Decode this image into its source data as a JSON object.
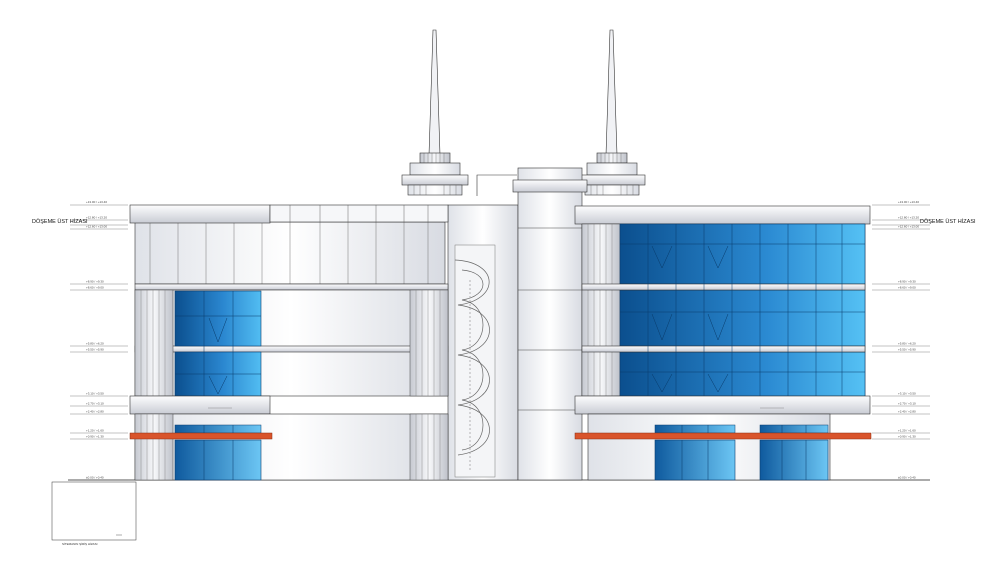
{
  "labels": {
    "slab_top_left": "DÖŞEME ÜST HİZASI",
    "slab_top_right": "DÖŞEME ÜST HİZASI",
    "footing": "SİTEMANIN ŞİRİŞ HİZASI"
  },
  "levels_left": [
    "+13.00 / +13.40",
    "+12.80 / +13.20",
    "+12.60 / +13.00",
    "+8.90 / +9.30",
    "+8.60 / +9.00",
    "+5.80 / +6.20",
    "+5.50 / +5.90",
    "+3.10 / +3.50",
    "+2.70 / +3.10",
    "+2.40 / +2.80",
    "+1.20 / +1.60",
    "+0.90 / +1.30",
    "±0.00 / +0.40"
  ],
  "levels_right": [
    "+13.00 / +13.40",
    "+12.80 / +13.20",
    "+12.60 / +13.00",
    "+8.90 / +9.30",
    "+8.60 / +9.00",
    "+5.80 / +6.20",
    "+5.50 / +5.90",
    "+3.10 / +3.50",
    "+2.70 / +3.10",
    "+2.40 / +2.80",
    "+1.20 / +1.60",
    "+0.90 / +1.30",
    "±0.00 / +0.40"
  ],
  "colors": {
    "glass_dark": "#0b4f8e",
    "glass_light": "#4cb8f0",
    "canopy": "#d9542b",
    "wall": "#eceef2"
  }
}
